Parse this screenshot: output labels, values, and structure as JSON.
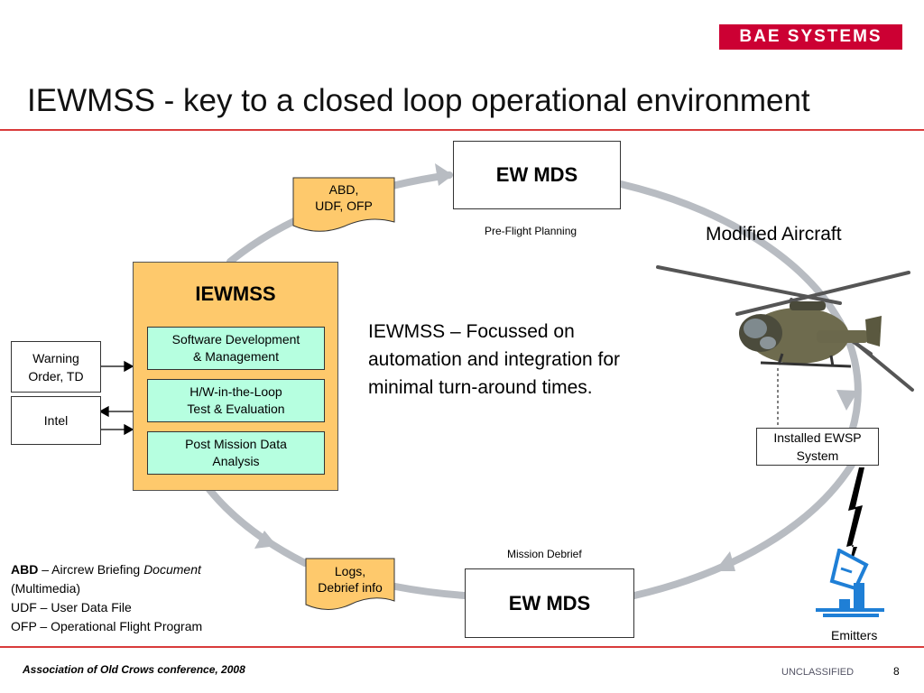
{
  "logo": {
    "text": "BAE SYSTEMS"
  },
  "title": "IEWMSS - key to a closed loop operational environment",
  "top_node": {
    "label": "EW MDS",
    "caption": "Pre-Flight Planning"
  },
  "bottom_node": {
    "label": "EW MDS",
    "caption": "Mission Debrief"
  },
  "doc_top": {
    "line1": "ABD,",
    "line2": "UDF, OFP"
  },
  "doc_bottom": {
    "line1": "Logs,",
    "line2": "Debrief info"
  },
  "iewmss": {
    "title": "IEWMSS",
    "modules": [
      {
        "line1": "Software Development",
        "line2": "& Management"
      },
      {
        "line1": "H/W-in-the-Loop",
        "line2": "Test & Evaluation"
      },
      {
        "line1": "Post Mission Data",
        "line2": "Analysis"
      }
    ]
  },
  "inputs": {
    "warning": {
      "line1": "Warning",
      "line2": "Order, TD"
    },
    "intel": "Intel"
  },
  "note": "IEWMSS – Focussed on automation and integration for minimal turn-around times.",
  "aircraft": {
    "label": "Modified Aircraft"
  },
  "ewsp": {
    "line1": "Installed EWSP",
    "line2": "System"
  },
  "emitters": "Emitters",
  "glossary": {
    "abd_term": "ABD",
    "abd_def_prefix": " – Aircrew Briefing ",
    "abd_def_italic": "Document",
    "abd_def_suffix": "(Multimedia)",
    "udf": "UDF – User Data File",
    "ofp": "OFP – Operational Flight Program"
  },
  "footer": {
    "left": "Association of Old Crows conference, 2008",
    "classification": "UNCLASSIFIED",
    "page": "8"
  },
  "colors": {
    "brand_red": "#cc0033",
    "rule_red": "#d93b3b",
    "loop_gray": "#b8bcc2",
    "iewmss_fill": "#fec96c",
    "module_fill": "#b6ffe0",
    "doc_fill": "#fec96c",
    "emitter_blue": "#1f7fd6"
  },
  "icons": [
    "helicopter-icon",
    "radar-emitter-icon",
    "lightning-bolt-icon"
  ]
}
